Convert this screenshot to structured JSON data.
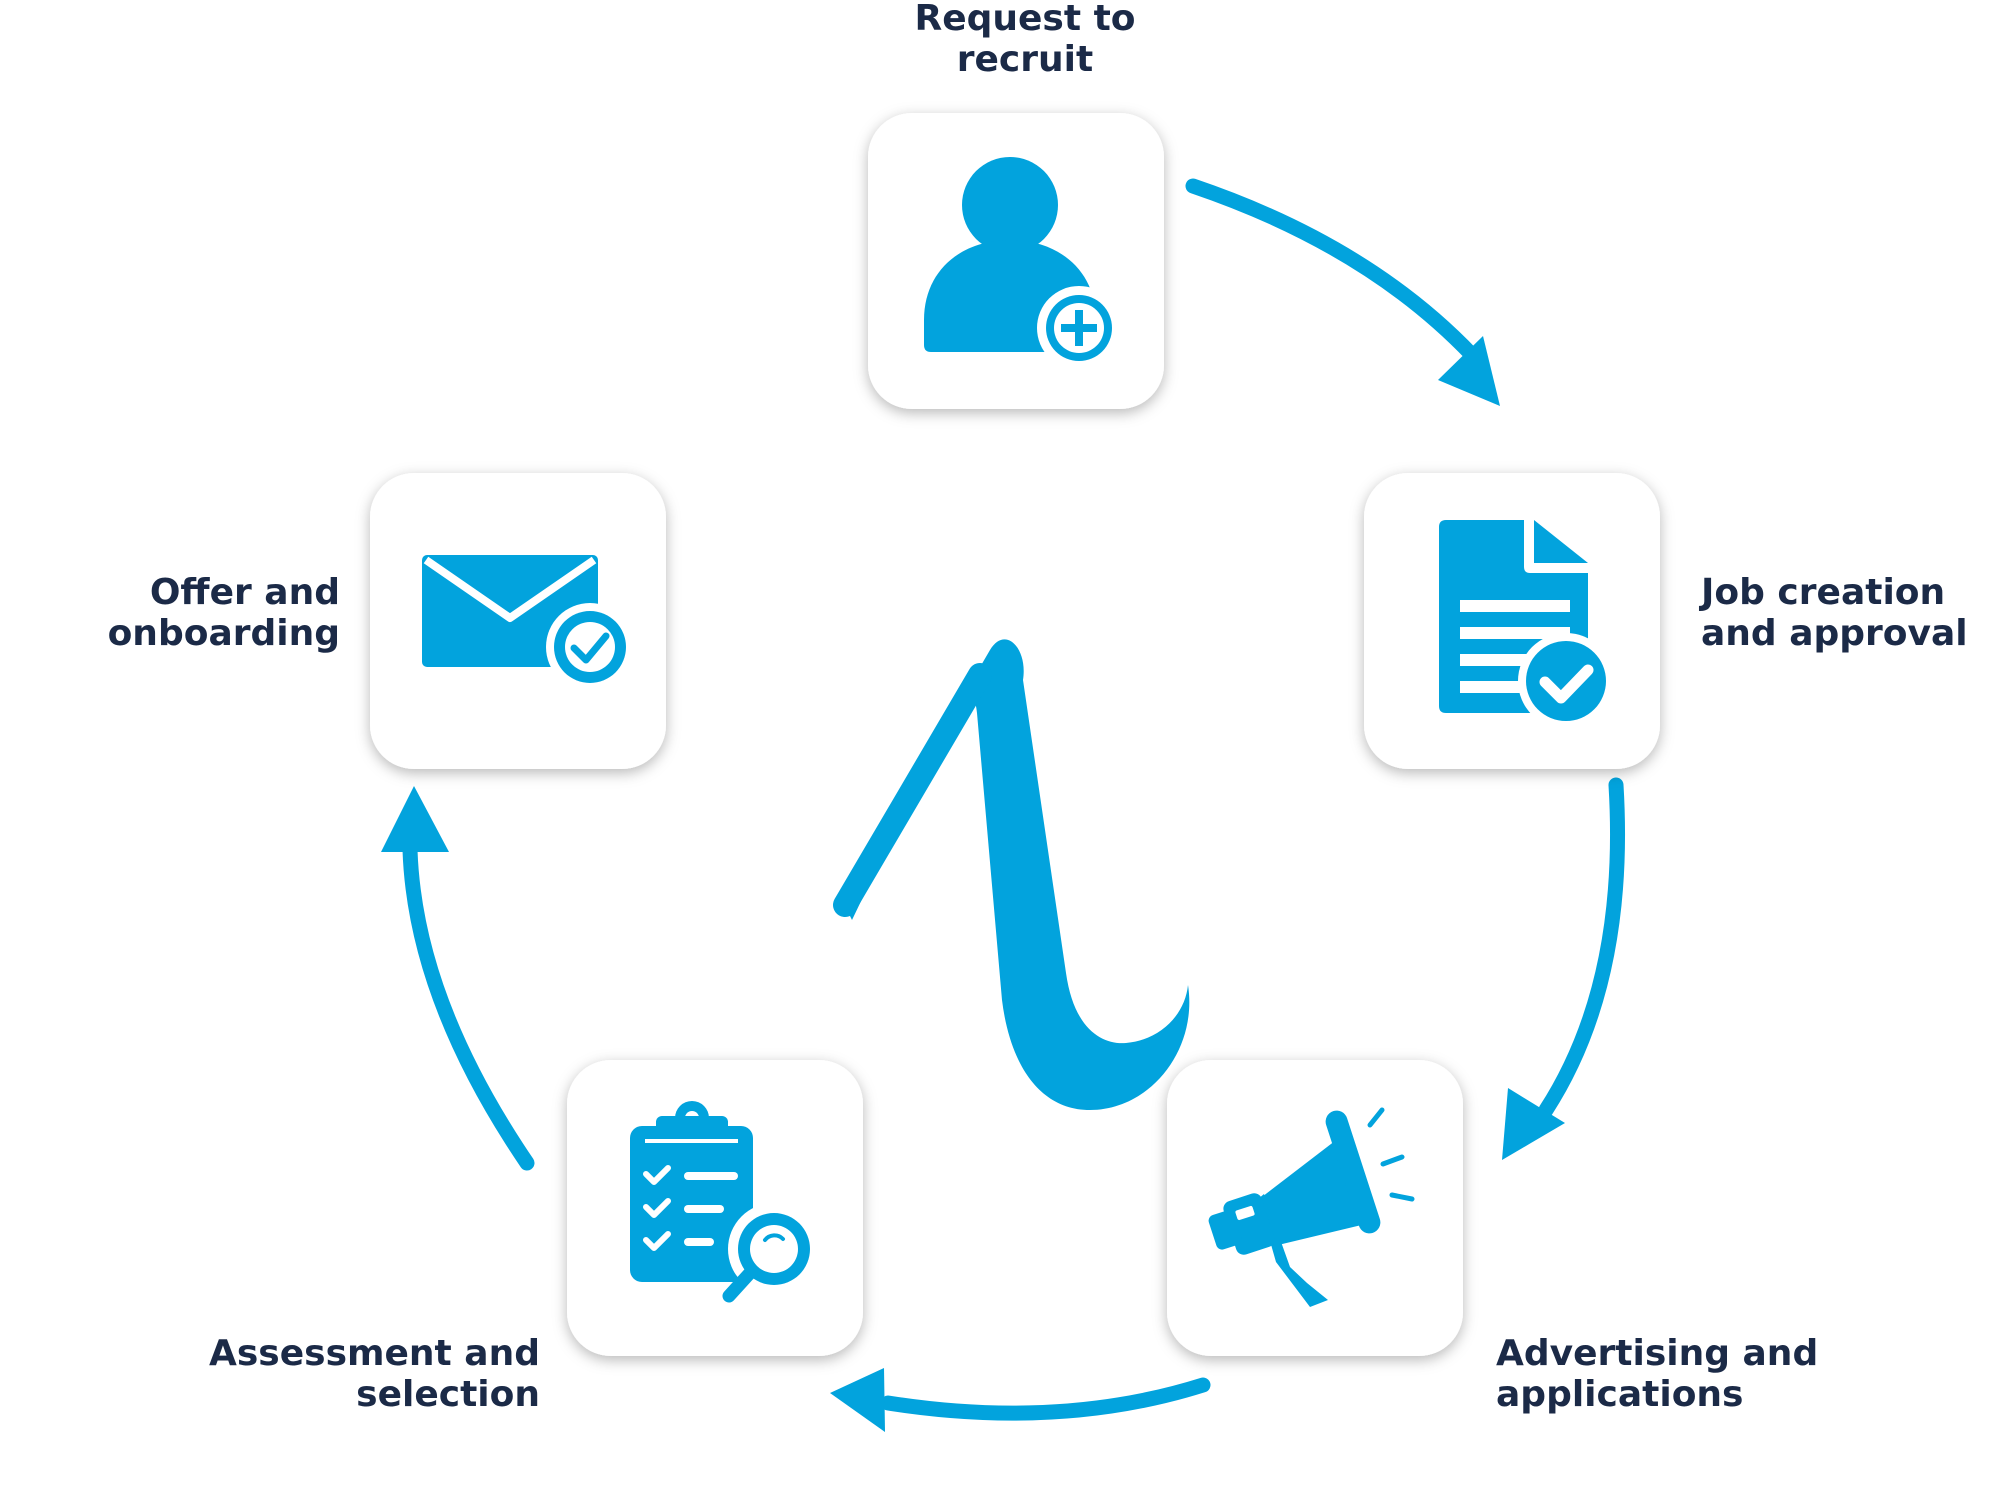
{
  "diagram": {
    "type": "cycle",
    "accent_color": "#02a3dd",
    "label_color": "#1b2a47",
    "center_logo": "lambda-logo",
    "steps": [
      {
        "id": "request",
        "icon": "user-add-icon",
        "line1": "Request to",
        "line2": "recruit"
      },
      {
        "id": "job",
        "icon": "document-check-icon",
        "line1": "Job creation",
        "line2": "and approval"
      },
      {
        "id": "advertising",
        "icon": "megaphone-icon",
        "line1": "Advertising and",
        "line2": "applications"
      },
      {
        "id": "assessment",
        "icon": "clipboard-search-icon",
        "line1": "Assessment and",
        "line2": "selection"
      },
      {
        "id": "offer",
        "icon": "envelope-check-icon",
        "line1": "Offer and",
        "line2": "onboarding"
      }
    ]
  }
}
